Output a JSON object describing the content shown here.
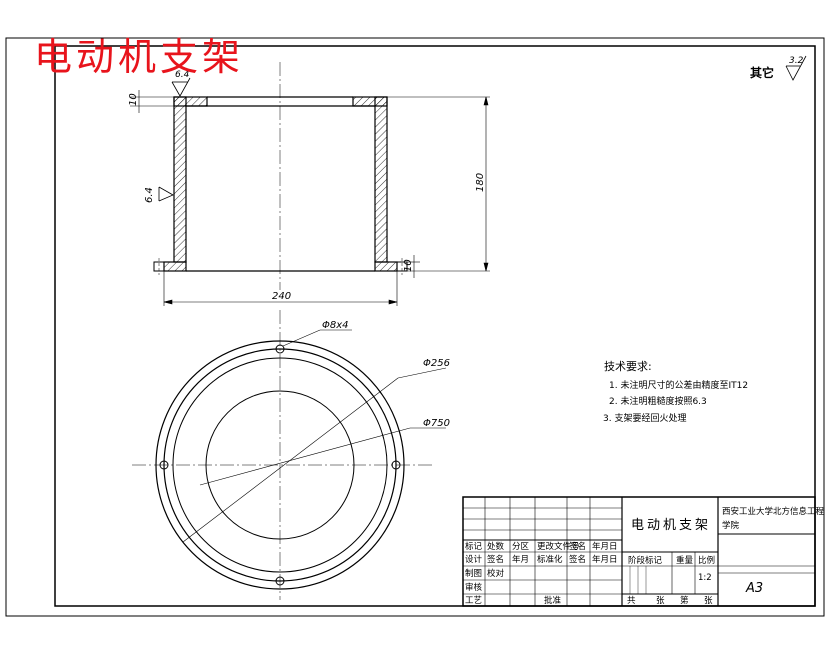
{
  "watermark_title": "电动机支架",
  "other_roughness": {
    "label": "其它",
    "value": "3.2"
  },
  "side_view": {
    "roughness_top": "6.4",
    "roughness_side": "6.4",
    "dim_top_thickness": "10",
    "dim_height": "180",
    "dim_flange": "10",
    "dim_width": "240"
  },
  "plan_view": {
    "dim_holes": "Φ8x4",
    "dim_d1": "Φ256",
    "dim_d2": "Φ750"
  },
  "tech_notes": {
    "title": "技术要求:",
    "items": [
      "1. 未注明尺寸的公差由精度至IT12",
      "2. 未注明粗糙度按照6.3",
      "3. 支架要经回火处理"
    ]
  },
  "title_block": {
    "part_name": "电动机支架",
    "company_line1": "西安工业大学北方信息工程",
    "company_line2": "学院",
    "row_labels_1": [
      "标记",
      "处数",
      "分区",
      "更改文件号",
      "签名",
      "年月日"
    ],
    "row_labels_2": [
      "设计",
      "签名",
      "年月",
      "标准化",
      "签名",
      "年月日"
    ],
    "row_3": [
      "制图",
      "校对"
    ],
    "row_4": [
      "审核"
    ],
    "row_5": [
      "工艺",
      "批准"
    ],
    "stage_label": "阶段标记",
    "weight_label": "重量",
    "scale_label": "比例",
    "scale_value": "1:2",
    "sheet_size": "A3",
    "footer": [
      "共",
      "张",
      "第",
      "张"
    ]
  }
}
